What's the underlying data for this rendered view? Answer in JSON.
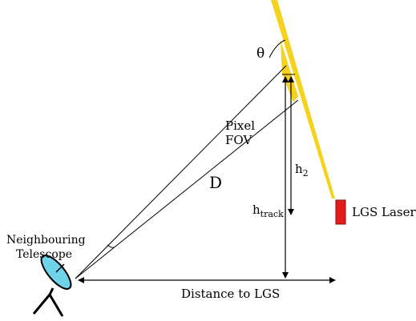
{
  "labels": {
    "theta": "θ",
    "pixel": "Pixel",
    "fov": "FOV",
    "D": "D",
    "h2_main": "h",
    "h2_sub": "2",
    "htrack_main": "h",
    "htrack_sub": "track",
    "laser": "LGS Laser",
    "telescope_line1": "Neighbouring",
    "telescope_line2": "Telescope",
    "distance": "Distance to LGS"
  },
  "colors": {
    "beam": "#f5d21e",
    "laser_box": "#e31b1b",
    "dish": "#6fd3ea",
    "line": "#000000"
  }
}
